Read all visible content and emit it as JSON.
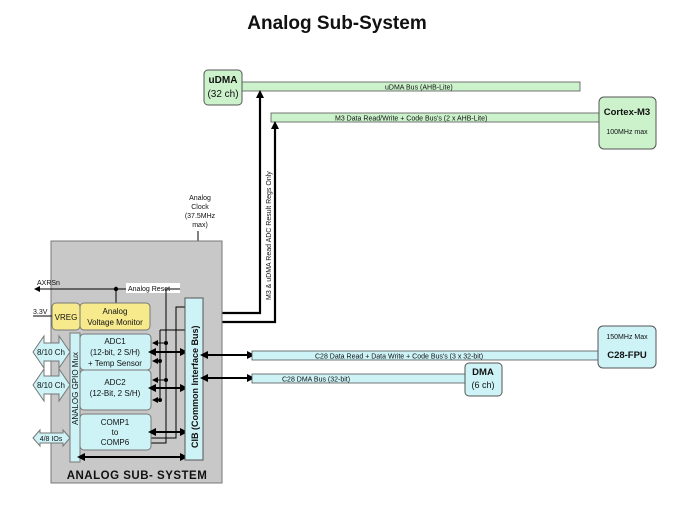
{
  "title": "Analog Sub-System",
  "colors": {
    "green": "#ccf2cc",
    "cyan": "#cdf3f7",
    "yellow": "#f7ea8c",
    "grey": "#c8c8c8"
  },
  "udma": {
    "name": "uDMA",
    "channels": "(32 ch)",
    "bus": "uDMA Bus (AHB-Lite)"
  },
  "cortex": {
    "name": "Cortex-M3",
    "freq": "100MHz max",
    "bus": "M3 Data Read/Write + Code Bus's (2 x AHB-Lite)"
  },
  "vertical_label": "M3 & uDMA Read ADC Result Regs Only",
  "clock": {
    "lines": [
      "Analog",
      "Clock",
      "(37.5MHz",
      "max)"
    ]
  },
  "analog": {
    "axrsn": "AXRSn",
    "reset": "Analog Reset",
    "v33": "3.3V",
    "vreg": "VREG",
    "avm": [
      "Analog",
      "Voltage Monitor"
    ],
    "mux": "ANALOG GPIO Mux",
    "adc1": [
      "ADC1",
      "(12-bit, 2 S/H)",
      "+ Temp Sensor"
    ],
    "adc2": [
      "ADC2",
      "(12-Bit, 2 S/H)"
    ],
    "comp": [
      "COMP1",
      "to",
      "COMP6"
    ],
    "cib": "CIB (Common Interface Bus)",
    "ch1": "8/10 Ch",
    "ch2": "8/10 Ch",
    "ios": "4/8 IOs",
    "footer": "ANALOG SUB- SYSTEM"
  },
  "c28": {
    "name": "C28-FPU",
    "freq": "150MHz Max",
    "bus": "C28 Data Read + Data Write + Code Bus's (3 x 32-bit)",
    "dma_bus": "C28 DMA Bus (32-bit)"
  },
  "dma": {
    "name": "DMA",
    "channels": "(6 ch)"
  }
}
